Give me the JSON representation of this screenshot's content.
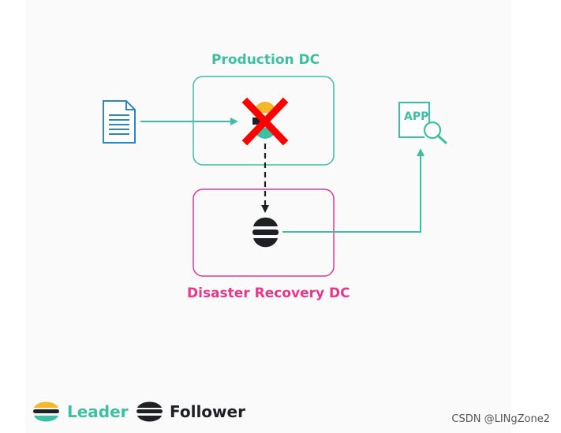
{
  "production_dc": {
    "title": "Production DC"
  },
  "disaster_recovery_dc": {
    "title": "Disaster Recovery DC"
  },
  "app": {
    "label": "APP"
  },
  "legend": {
    "leader_label": "Leader",
    "follower_label": "Follower"
  },
  "watermark": "CSDN @LINgZone2",
  "colors": {
    "teal": "#3cbfa3",
    "pink": "#e8378a",
    "blue_doc": "#2e86c1",
    "red_x": "#ff0000",
    "leader_yellow": "#f5b829",
    "dark": "#1f2024"
  },
  "icons": [
    "document-icon",
    "leader-node-icon",
    "failed-x-icon",
    "follower-node-icon",
    "app-search-icon"
  ]
}
